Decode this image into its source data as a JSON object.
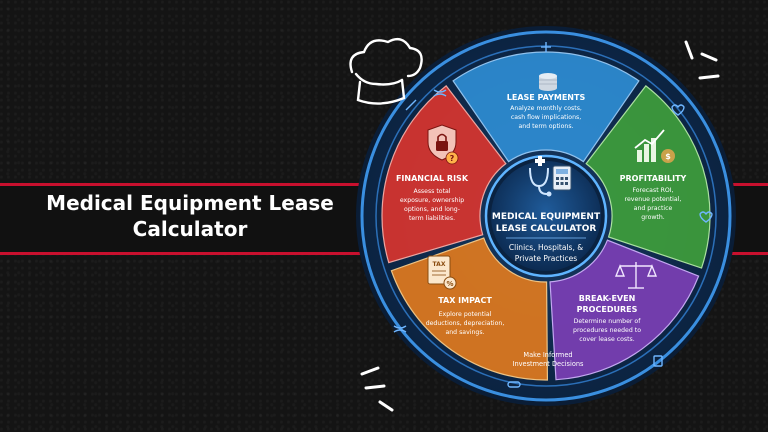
{
  "page": {
    "title": "Medical Equipment Lease Calculator"
  },
  "hub": {
    "title_line1": "MEDICAL EQUIPMENT",
    "title_line2": "LEASE CALCULATOR",
    "sub_line1": "Clinics, Hospitals, &",
    "sub_line2": "Private Practices"
  },
  "segments": {
    "lease_payments": {
      "title": "LEASE PAYMENTS",
      "desc1": "Analyze monthly costs,",
      "desc2": "cash flow implications,",
      "desc3": "and term options.",
      "color": "#2f8fd6"
    },
    "profitability": {
      "title": "PROFITABILITY",
      "desc1": "Forecast ROI,",
      "desc2": "revenue potential,",
      "desc3": "and practice",
      "desc4": "growth.",
      "color": "#3e9e3c"
    },
    "break_even": {
      "title1": "BREAK-EVEN",
      "title2": "PROCEDURES",
      "desc1": "Determine number of",
      "desc2": "procedures needed to",
      "desc3": "cover lease costs.",
      "color": "#7b3fb5"
    },
    "tax_impact": {
      "title": "TAX IMPACT",
      "desc1": "Explore potential",
      "desc2": "deductions, depreciation,",
      "desc3": "and savings.",
      "color": "#e07a1f"
    },
    "financial_risk": {
      "title": "FINANCIAL RISK",
      "desc1": "Assess total",
      "desc2": "exposure, ownership",
      "desc3": "options, and long-",
      "desc4": "term liabilities.",
      "color": "#d8352f"
    }
  },
  "footer": {
    "line1": "Make Informed",
    "line2": "Investment Decisions"
  },
  "icons": {
    "tax_label": "TAX",
    "percent": "%",
    "question": "?",
    "dollar": "$"
  }
}
